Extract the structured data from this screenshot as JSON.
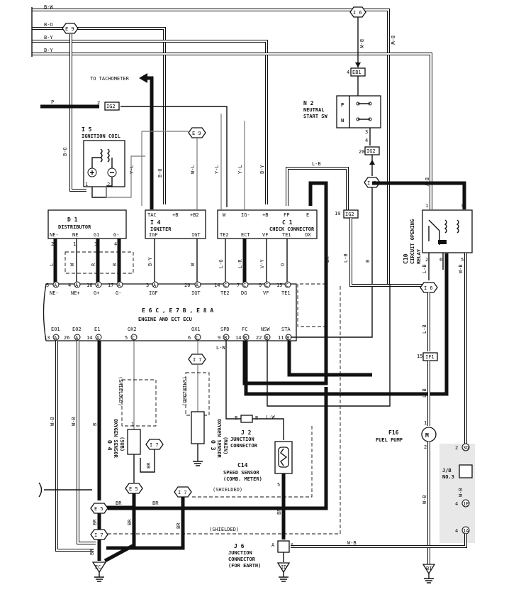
{
  "wire_colors": {
    "top": [
      "B-W",
      "B-O",
      "B-Y",
      "B-Y"
    ],
    "p": "P",
    "bo": "B-O",
    "yl": "Y-L",
    "wl": "W-L",
    "by": "B-Y",
    "lb": "L-B",
    "b": "B",
    "g": "G",
    "r": "R",
    "w": "W",
    "br": "BR",
    "wb": "W-B",
    "lw": "L-W",
    "o": "O",
    "lr": "L-R",
    "lg": "L-G",
    "vy": "V-Y",
    "bw": "B-W",
    "l": "L"
  },
  "labels": {
    "to_tachometer": "TO TACHOMETER",
    "ig2_connector": "IG2",
    "i5_id": "I 5",
    "i5_name": "IGNITION COIL",
    "d1_id": "D 1",
    "d1_name": "DISTRIBUTOR",
    "i4_id": "I 4",
    "i4_name": "IGNITER",
    "c1_id": "C 1",
    "c1_name": "CHECK CONNECTOR",
    "n2_id": "N 2",
    "n2_name1": "NEUTRAL",
    "n2_name2": "START SW",
    "eb1": "EB1",
    "c10_id": "C10",
    "c10_name1": "CIRCUIT OPENING",
    "c10_name2": "RELAY",
    "ecu_line1": "E 6 C , E 7 B , E 8 A",
    "ecu_line2": "ENGINE AND ECT ECU",
    "if1": "IF1",
    "f16_id": "F16",
    "f16_name": "FUEL PUMP",
    "jb_name1": "J/B",
    "jb_name2": "NO.3",
    "shielded": "(SHIELDED)",
    "o4_id": "O 4",
    "o4_name1": "OXYGEN SENSOR",
    "o4_name2": "(SUB)",
    "o3_id": "O 3",
    "o3_name1": "OXYGEN SENSOR",
    "o3_name2": "(MAIN)",
    "j2_id": "J 2",
    "j2_name1": "JUNCTION",
    "j2_name2": "CONNECTOR",
    "c14_id": "C14",
    "c14_name1": "SPEED SENSOR",
    "c14_name2": "(COMB. METER)",
    "j6_id": "J 6",
    "j6_name1": "JUNCTION",
    "j6_name2": "CONNECTOR",
    "j6_name3": "(FOR EARTH)",
    "ec": "EC",
    "id": "ID",
    "bi": "BI"
  },
  "nodes": {
    "i6": "I 6",
    "e9": "E 9",
    "i7": "I 7",
    "e5": "E 5",
    "i6_conn": "I 6"
  },
  "d1_pins": [
    "NE-",
    "NE",
    "G1",
    "G-"
  ],
  "d1_pin_nums": [
    "2",
    "1",
    "3",
    "4"
  ],
  "i4_pins": [
    "TAC",
    "+B",
    "+B2",
    "IGF",
    "IGT"
  ],
  "c1_pins": [
    "W",
    "IG-",
    "+B",
    "FP",
    "E",
    "TE2",
    "ECT",
    "VF",
    "TE1",
    "OX"
  ],
  "ecu_top": [
    {
      "num": "5",
      "conn": "A",
      "name": "NE-"
    },
    {
      "num": "4",
      "conn": "A",
      "name": "NE+"
    },
    {
      "num": "16",
      "conn": "A",
      "name": "G+"
    },
    {
      "num": "17",
      "conn": "A",
      "name": "G-"
    },
    {
      "num": "3",
      "conn": "A",
      "name": "IGF"
    },
    {
      "num": "20",
      "conn": "A",
      "name": "IGT"
    },
    {
      "num": "14",
      "conn": "C",
      "name": "TE2"
    },
    {
      "num": "7",
      "conn": "C",
      "name": "DG"
    },
    {
      "num": "9",
      "conn": "C",
      "name": "VF"
    },
    {
      "num": "15",
      "conn": "C",
      "name": "TE1"
    }
  ],
  "ecu_bottom": [
    {
      "num": "13",
      "conn": "A",
      "name": "E01"
    },
    {
      "num": "26",
      "conn": "A",
      "name": "E02"
    },
    {
      "num": "14",
      "conn": "A",
      "name": "E1"
    },
    {
      "num": "5",
      "conn": "C",
      "name": "OX2"
    },
    {
      "num": "6",
      "conn": "C",
      "name": "OX1"
    },
    {
      "num": "9",
      "conn": "B",
      "name": "SPD"
    },
    {
      "num": "14",
      "conn": "B",
      "name": "FC"
    },
    {
      "num": "22",
      "conn": "B",
      "name": "NSW"
    },
    {
      "num": "11",
      "conn": "B",
      "name": "STA"
    }
  ]
}
